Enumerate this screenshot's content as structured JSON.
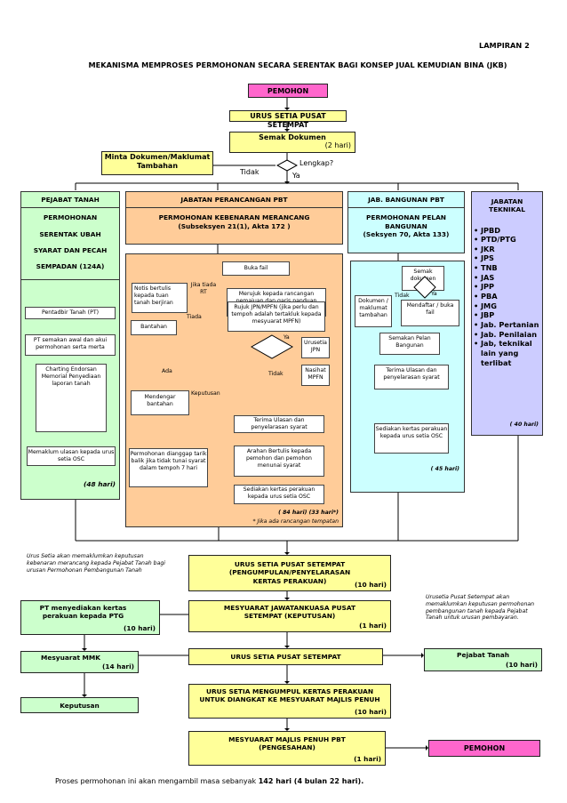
{
  "header": {
    "lampiran": "LAMPIRAN 2",
    "title": "MEKANISMA MEMPROSES PERMOHONAN SECARA SERENTAK BAGI KONSEP JUAL KEMUDIAN BINA (JKB)"
  },
  "colors": {
    "pink": "#ff66cc",
    "yellow": "#ffff99",
    "green": "#ccffcc",
    "orange": "#ffcc99",
    "cyan": "#ccffff",
    "purple": "#ccccff"
  },
  "top": {
    "pemohon": "PEMOHON",
    "urus_setia": "URUS SETIA PUSAT SETEMPAT",
    "semak": "Semak Dokumen",
    "semak_days": "(2 hari)",
    "minta": "Minta Dokumen/Maklumat Tambahan",
    "lengkap": "Lengkap?",
    "tidak": "Tidak",
    "ya": "Ya"
  },
  "pejabat_tanah": {
    "title": "PEJABAT TANAH",
    "desc": [
      "PERMOHONAN",
      "SERENTAK UBAH",
      "SYARAT DAN PECAH",
      "SEMPADAN (124A)"
    ],
    "steps": [
      "Pentadbir Tanah (PT)",
      "PT semakan awal dan akui permohonan serta merta",
      "Charting Endorsan Memorial Penyediaan laporan tanah",
      "Memaklum ulasan kepada urus setia OSC"
    ],
    "days": "(48 hari)"
  },
  "jpbt": {
    "title": "JABATAN PERANCANGAN PBT",
    "sub1": "PERMOHONAN KEBENARAN MERANCANG",
    "sub2": "(Subseksyen 21(1), Akta 172 )",
    "buka_fail": "Buka fail",
    "notis": "Notis bertulis kepada tuan tanah berjiran",
    "jika_tiada": "Jika tiada RT",
    "merujuk": "Merujuk kepada rancangan pemajuan dan garis panduan perancangan",
    "tiada": "Tiada",
    "bantahan": "Bantahan",
    "rujuk": "Rujuk JPN/MPFN (jika perlu dan tempoh adalah tertakluk kepada mesyuarat MPFN)",
    "ya": "Ya",
    "urusetia_jpn": "Urusetia JPN",
    "nasihat": "Nasihat MPFN",
    "tidak": "Tidak",
    "ada": "Ada",
    "mendengar": "Mendengar bantahan",
    "keputusan": "Keputusan",
    "terima_ulasan": "Terima Ulasan dan penyelarasan syarat",
    "permohonan": "Permohonan dianggap tarik balik jika tidak tunai syarat dalam tempoh 7 hari",
    "arahan": "Arahan Bertulis kepada pemohon dan pemohon menunai syarat",
    "sediakan": "Sediakan kertas perakuan kepada urus setia OSC",
    "days": "( 84 hari) (33 hari*)",
    "note": "* Jika ada rancangan tempatan"
  },
  "jbpbt": {
    "title": "JAB. BANGUNAN PBT",
    "sub": [
      "PERMOHONAN PELAN",
      "BANGUNAN",
      "(Seksyen 70, Akta 133)"
    ],
    "semak": "Semak dokumen",
    "dokumen": "Dokumen / maklumat tambahan",
    "tidak": "Tidak",
    "ya": "Ya",
    "mendaftar": "Mendaftar / buka fail",
    "semakan": "Semakan Pelan Bangunan",
    "terima": "Terima Ulasan dan penyelarasan syarat",
    "sediakan": "Sediakan kertas perakuan kepada urus setia OSC",
    "days": "( 45 hari)"
  },
  "teknikal": {
    "title": [
      "JABATAN",
      "TEKNIKAL"
    ],
    "items": [
      "JPBD",
      "PTD/PTG",
      "JKR",
      "JPS",
      "TNB",
      "JAS",
      "JPP",
      "PBA",
      "JMG",
      "JBP",
      "Jab. Pertanian",
      "Jab. Penilaian",
      "Jab, teknikal lain yang terlibat"
    ],
    "days": "( 40 hari)"
  },
  "bottom": {
    "note_left": "Urus Setia akan memaklumkan keputusan kebenaran merancang kepada Pejabat Tanah bagi urusan Permohonan Pembangunan Tanah",
    "note_right": "Urusetia Pusat Setempat akan memaklumkan keputusan permohonan pembangunan tanah kepada Pejabat Tanah untuk urusan pembayaran.",
    "pengumpulan": "URUS SETIA PUSAT SETEMPAT (PENGUMPULAN/PENYELARASAN KERTAS PERAKUAN)",
    "pengumpulan_days": "(10 hari)",
    "mjk": "MESYUARAT JAWATANKUASA PUSAT SETEMPAT (KEPUTUSAN)",
    "mjk_days": "(1 hari)",
    "urus_setia": "URUS SETIA PUSAT SETEMPAT",
    "mengumpul": "URUS SETIA MENGUMPUL KERTAS PERAKUAN UNTUK DIANGKAT KE MESYUARAT MAJLIS PENUH",
    "mengumpul_days": "(10 hari)",
    "majlis": "MESYUARAT MAJLIS PENUH PBT (PENGESAHAN)",
    "majlis_days": "(1 hari)",
    "pt_menyediakan": "PT menyediakan kertas perakuan kepada PTG",
    "pt_days": "(10 hari)",
    "mmk": "Mesyuarat MMK",
    "mmk_days": "(14 hari)",
    "keputusan": "Keputusan",
    "pejabat_tanah": "Pejabat Tanah",
    "pejabat_days": "(10 hari)",
    "pemohon": "PEMOHON",
    "footer_pre": "Proses permohonan ini akan mengambil masa sebanyak ",
    "footer_bold": "142 hari (4 bulan 22 hari)."
  }
}
